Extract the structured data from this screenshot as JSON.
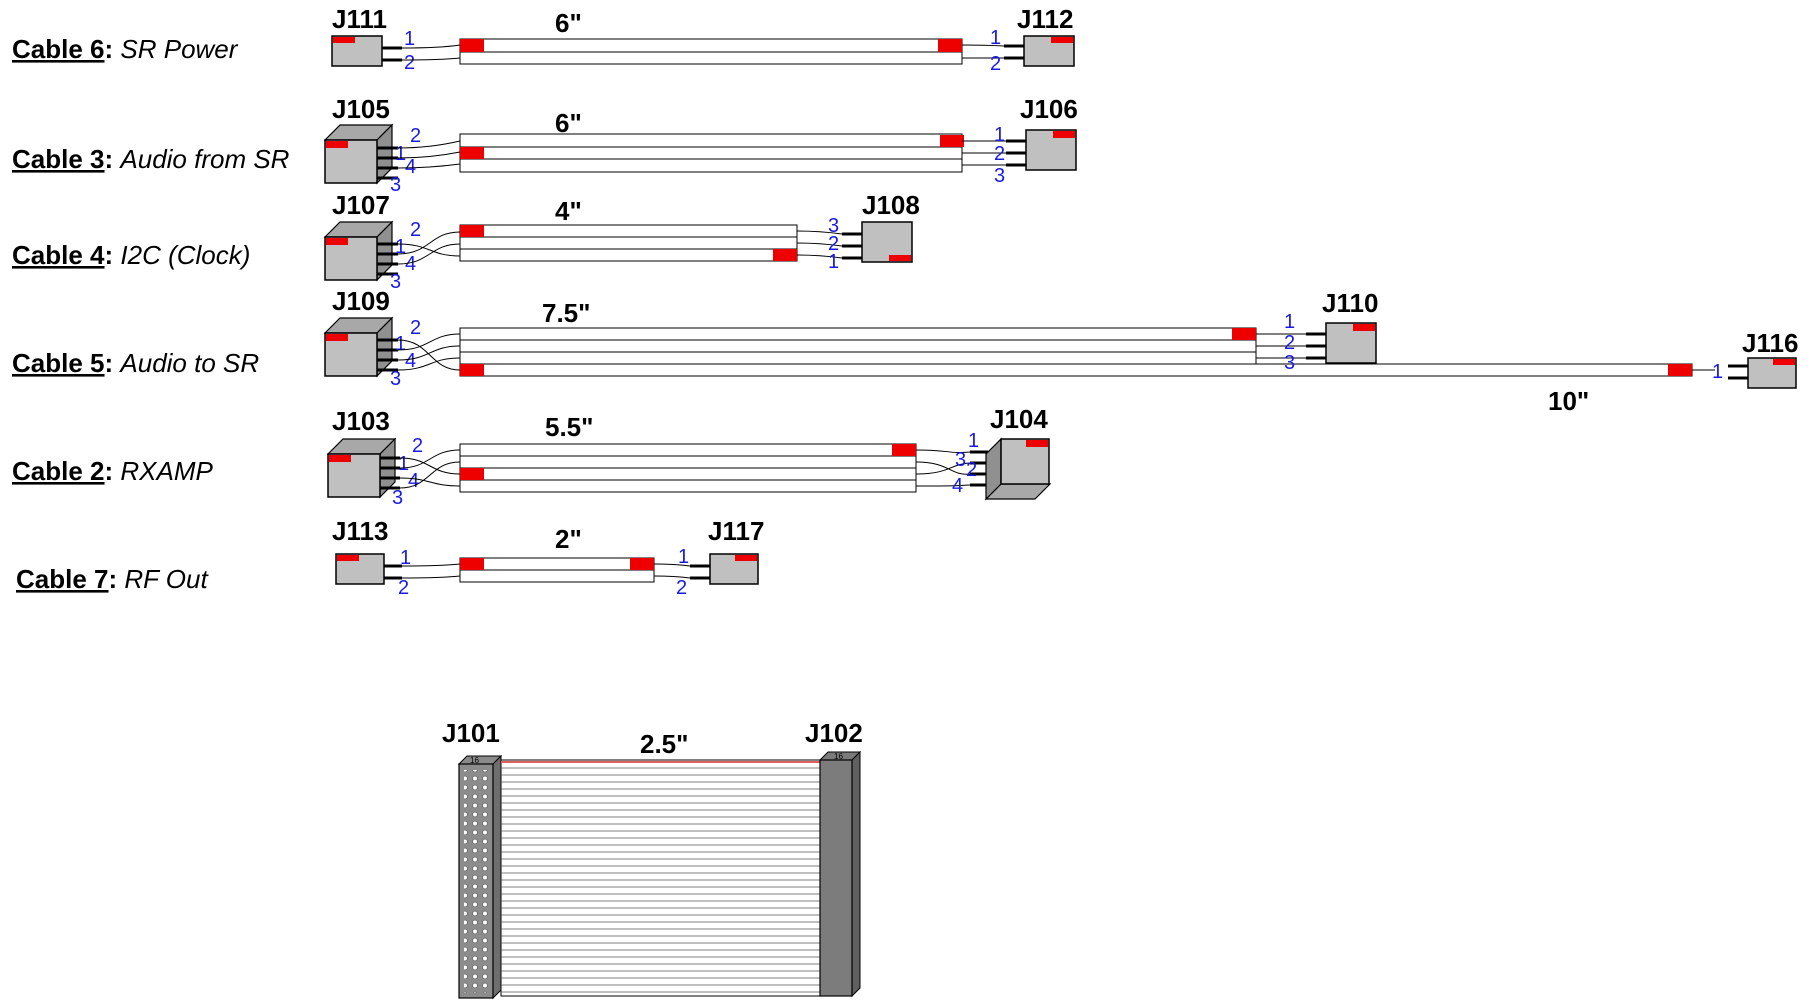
{
  "cables": [
    {
      "id": "c6",
      "label": "Cable 6",
      "desc": "SR Power",
      "left": "J111",
      "right": "J112",
      "length": "6\"",
      "left_pins": [
        "1",
        "2"
      ],
      "right_pins": [
        "1",
        "2"
      ]
    },
    {
      "id": "c3",
      "label": "Cable 3",
      "desc": "Audio from SR",
      "left": "J105",
      "right": "J106",
      "length": "6\"",
      "left_pins": [
        "2",
        "1",
        "4",
        "3"
      ],
      "right_pins": [
        "1",
        "2",
        "3"
      ]
    },
    {
      "id": "c4",
      "label": "Cable 4",
      "desc": "I2C (Clock)",
      "left": "J107",
      "right": "J108",
      "length": "4\"",
      "left_pins": [
        "2",
        "1",
        "4",
        "3"
      ],
      "right_pins": [
        "3",
        "2",
        "1"
      ]
    },
    {
      "id": "c5",
      "label": "Cable 5",
      "desc": "Audio to SR",
      "left": "J109",
      "right": "J110",
      "right2": "J116",
      "length": "7.5\"",
      "length2": "10\"",
      "left_pins": [
        "2",
        "1",
        "4",
        "3"
      ],
      "right_pins": [
        "1",
        "2",
        "3"
      ],
      "right2_pins": [
        "1"
      ]
    },
    {
      "id": "c2",
      "label": "Cable 2",
      "desc": "RXAMP",
      "left": "J103",
      "right": "J104",
      "length": "5.5\"",
      "left_pins": [
        "2",
        "1",
        "4",
        "3"
      ],
      "right_pins": [
        "1",
        "3",
        "2",
        "4"
      ]
    },
    {
      "id": "c7",
      "label": "Cable 7",
      "desc": "RF Out",
      "left": "J113",
      "right": "J117",
      "length": "2\"",
      "left_pins": [
        "1",
        "2"
      ],
      "right_pins": [
        "1",
        "2"
      ]
    }
  ],
  "ribbon": {
    "left": "J101",
    "right": "J102",
    "length": "2.5\""
  },
  "colors": {
    "marker": "#ee0000",
    "connector": "#c0c0c0",
    "pin_text": "#1a1ae6",
    "ribbon_stripe": "#e06060"
  }
}
